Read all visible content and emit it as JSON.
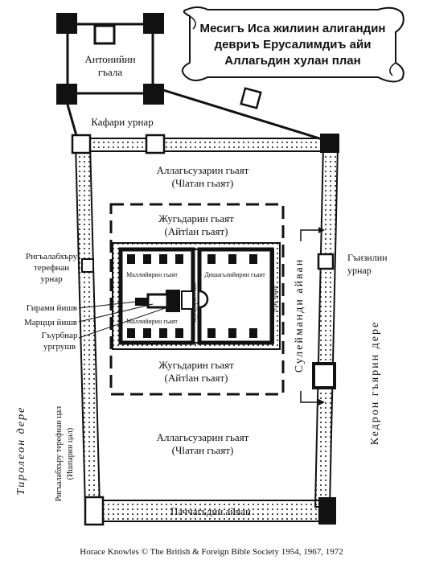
{
  "title": {
    "line1": "Месигъ Иса жилиин алигандин",
    "line2": "девриъ Ерусалимдиъ айи",
    "line3": "Аллагьдин хулан план"
  },
  "labels": {
    "antonia_1": "Антонийин",
    "antonia_2": "гъала",
    "kafari_gate": "Кафари урнар",
    "outer_court_top_1": "Аллагьсузарин гьаят",
    "outer_court_top_2": "(Чlатан гьаят)",
    "women_court_top_1": "Жугьдарин гьаят",
    "women_court_top_2": "(Айтlан гьаят)",
    "priests_court": "Маллийирин гьаят",
    "priests_court_b": "Маллийирин гьаят",
    "men_court": "Дишагьлийирин гьаят",
    "jewish_men": "Жугьдарин гьаят",
    "golden_gate": "Усиъ урнар",
    "holy_place": "Гирами йишв",
    "holy_holies": "Марцци йишв",
    "altar_1": "Гъурбнар",
    "altar_2": "ургрушв",
    "west_gate_1": "Ригъалабхъру",
    "west_gate_2": "терефнан",
    "west_gate_3": "урнар",
    "east_gate_1": "Гъизилин",
    "east_gate_2": "урнар",
    "solomon": "Сулейманди айван",
    "women_court_bottom_1": "Жугьдарин гьаят",
    "women_court_bottom_2": "(Айтlан гьаят)",
    "outer_court_bottom_1": "Аллагьсузарин гьаят",
    "outer_court_bottom_2": "(Чlатан гьаят)",
    "royal_porch": "Паччагьдин айван",
    "tyropoeon": "Тиролеон дере",
    "west_wall_1": "Ригъалабхъру терефнан цал",
    "west_wall_2": "(Ишпарин цал)",
    "kidron": "Кедрон гъярин дере",
    "credit": "Horace Knowles © The British & Foreign Bible Society 1954, 1967, 1972"
  }
}
